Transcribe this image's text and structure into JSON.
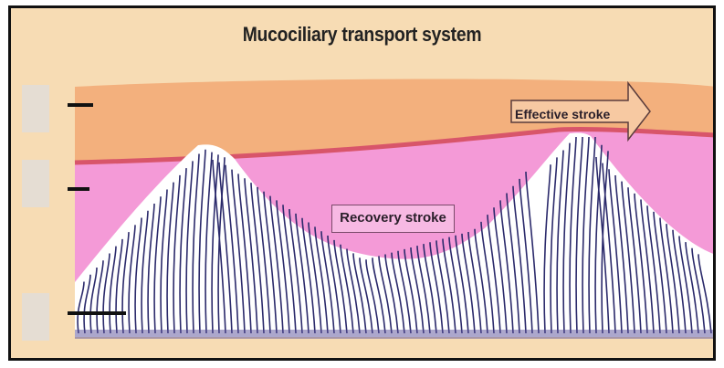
{
  "title": "Mucociliary transport system",
  "labels": {
    "effective_stroke": "Effective stroke",
    "recovery_stroke": "Recovery stroke"
  },
  "colors": {
    "background": "#f7dcb4",
    "mucus_layer": "#f3b07d",
    "mucus_boundary": "#d8556a",
    "periciliary_fluid": "#f49ad7",
    "cilia": "#2b2a6b",
    "label_box": "#f7b9e3"
  },
  "icons": {
    "arrow": "effective-stroke-arrow-icon"
  }
}
